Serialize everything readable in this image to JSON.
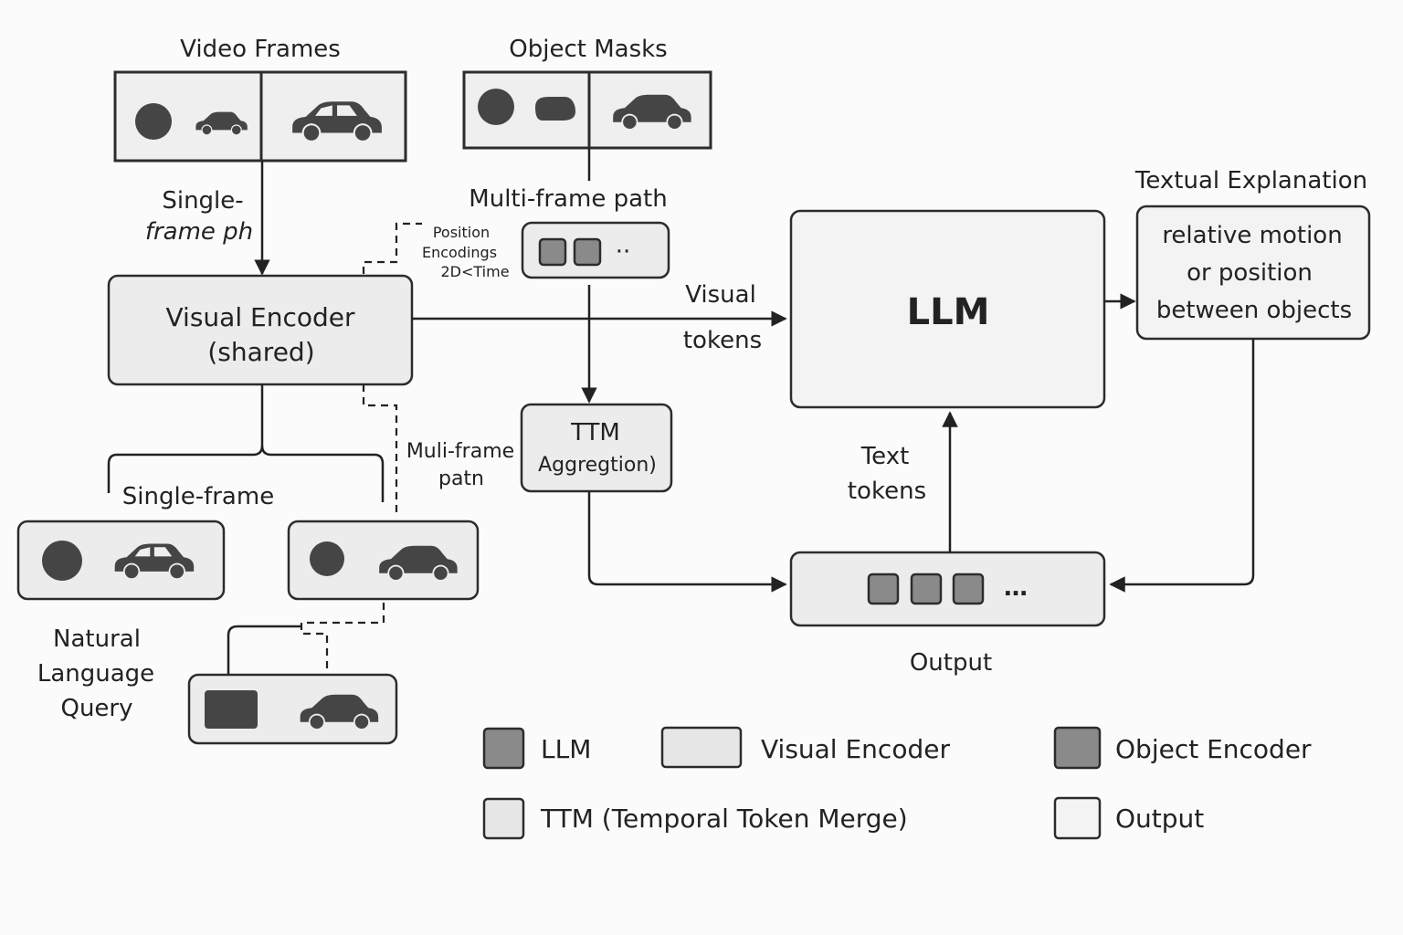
{
  "labels": {
    "video_frames": "Video Frames",
    "object_masks": "Object Masks",
    "single_frame_path_top_line1": "Single-",
    "single_frame_path_top_line2": "frame ph",
    "position_enc_line1": "Position",
    "position_enc_line2": "Encodings",
    "position_enc_line3": "2D<Time",
    "multi_frame_path_top": "Multi-frame path",
    "visual_encoder_line1": "Visual Encoder",
    "visual_encoder_line2": "(shared)",
    "visual_tokens_line1": "Visual",
    "visual_tokens_line2": "tokens",
    "llm": "LLM",
    "textual_explanation": "Textual Explanation",
    "explanation_line1": "relative motion",
    "explanation_line2": "or position",
    "explanation_line3": "between objects",
    "ttm_line1": "TTM",
    "ttm_line2": "Aggregtion)",
    "multi_frame_path_mid_line1": "Muli-frame",
    "multi_frame_path_mid_line2": "patn",
    "single_frame_bottom": "Single-frame",
    "text_tokens_line1": "Text",
    "text_tokens_line2": "tokens",
    "output": "Output",
    "nlq_line1": "Natural",
    "nlq_line2": "Language",
    "nlq_line3": "Query",
    "token_ellipsis": "…",
    "token_ellipsis_small": "··"
  },
  "legend": [
    {
      "label": "LLM",
      "color": "#8a8a8a"
    },
    {
      "label": "Visual Encoder",
      "color": "#e6e6e6"
    },
    {
      "label": "Object Encoder",
      "color": "#8a8a8a"
    },
    {
      "label": "TTM (Temporal Token Merge)",
      "color": "#e6e6e6"
    },
    {
      "label": "Output",
      "color": "#f3f3f3"
    }
  ],
  "icons": {
    "car": "car-icon",
    "ball": "ball-icon",
    "rectangle": "rectangle-mask-icon"
  }
}
